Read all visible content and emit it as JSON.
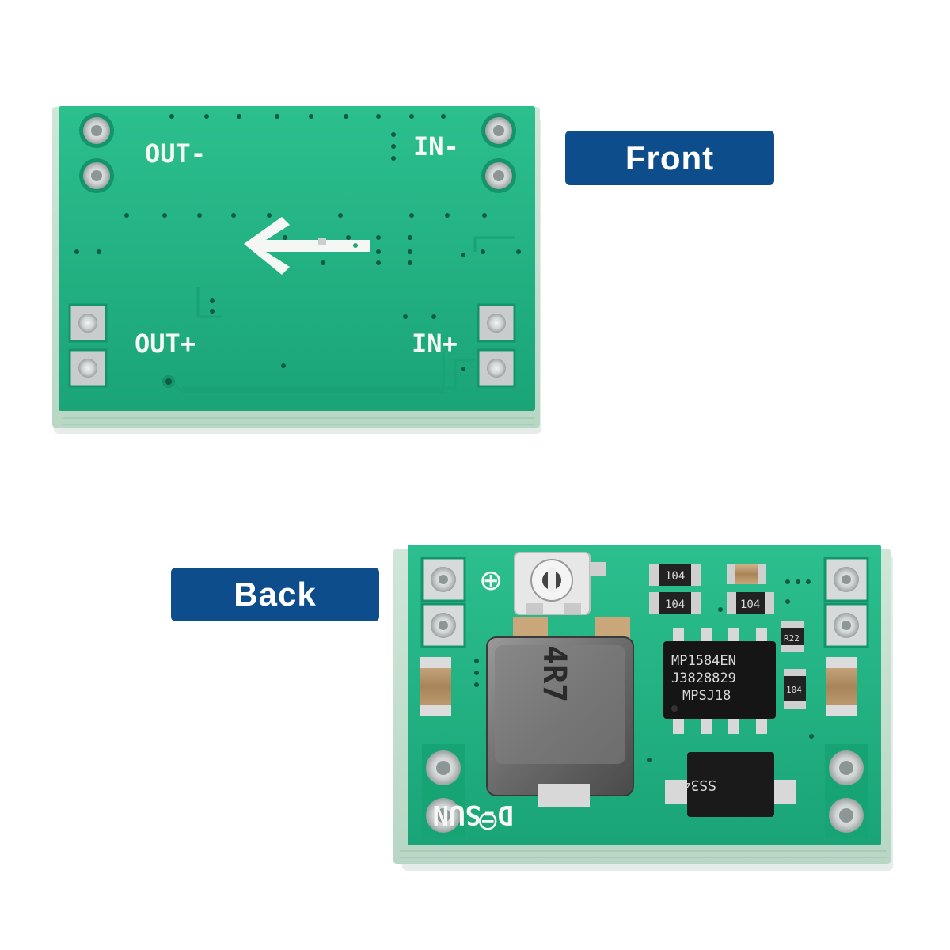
{
  "labels": {
    "front": "Front",
    "back": "Back"
  },
  "front_board": {
    "silkscreen": {
      "out_minus": "OUT-",
      "in_minus": "IN-",
      "out_plus": "OUT+",
      "in_plus": "IN+"
    }
  },
  "back_board": {
    "silkscreen": {
      "brand": "D-SUN",
      "plus_symbol": "⊕",
      "minus_symbol": "⊖"
    },
    "resistors": {
      "r1": "104",
      "r2": "104",
      "r3": "104",
      "r4": "R22",
      "r5": "104"
    },
    "inductor": "4R7",
    "chip": {
      "line1": "MP1584EN",
      "line2": "J3828829",
      "line3": "MPSJ18"
    },
    "diode": "SS34"
  },
  "colors": {
    "pcb_green": "#1fb383",
    "label_blue": "#0d4d8b"
  }
}
